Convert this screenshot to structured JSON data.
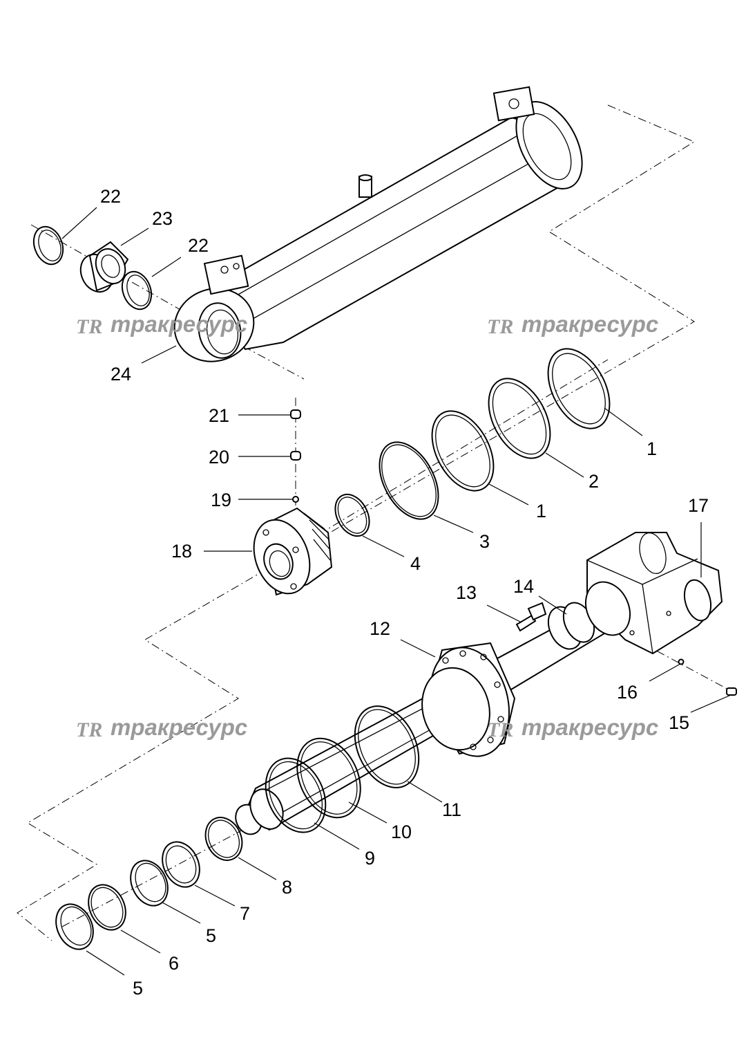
{
  "watermark": {
    "logo": "TR",
    "text": "тракресурс"
  },
  "callouts": [
    {
      "id": "c1a",
      "text": "1"
    },
    {
      "id": "c2",
      "text": "2"
    },
    {
      "id": "c1b",
      "text": "1"
    },
    {
      "id": "c3",
      "text": "3"
    },
    {
      "id": "c4",
      "text": "4"
    },
    {
      "id": "c5a",
      "text": "5"
    },
    {
      "id": "c6",
      "text": "6"
    },
    {
      "id": "c5b",
      "text": "5"
    },
    {
      "id": "c7",
      "text": "7"
    },
    {
      "id": "c8",
      "text": "8"
    },
    {
      "id": "c9",
      "text": "9"
    },
    {
      "id": "c10",
      "text": "10"
    },
    {
      "id": "c11",
      "text": "11"
    },
    {
      "id": "c12",
      "text": "12"
    },
    {
      "id": "c13",
      "text": "13"
    },
    {
      "id": "c14",
      "text": "14"
    },
    {
      "id": "c15",
      "text": "15"
    },
    {
      "id": "c16",
      "text": "16"
    },
    {
      "id": "c17",
      "text": "17"
    },
    {
      "id": "c18",
      "text": "18"
    },
    {
      "id": "c19",
      "text": "19"
    },
    {
      "id": "c20",
      "text": "20"
    },
    {
      "id": "c21",
      "text": "21"
    },
    {
      "id": "c22a",
      "text": "22"
    },
    {
      "id": "c23",
      "text": "23"
    },
    {
      "id": "c22b",
      "text": "22"
    },
    {
      "id": "c24",
      "text": "24"
    }
  ]
}
